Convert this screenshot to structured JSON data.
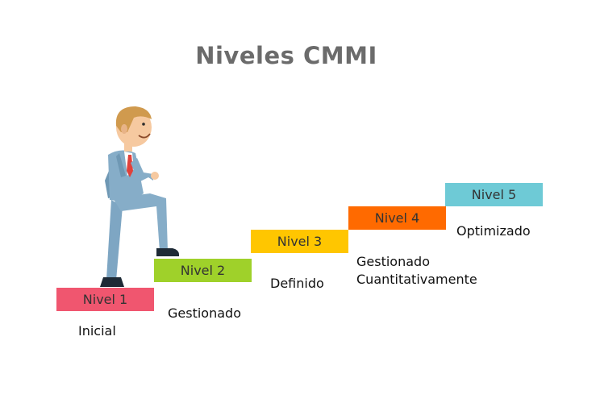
{
  "title": "Niveles CMMI",
  "levels": [
    {
      "name": "Nivel 1",
      "label": "Inicial",
      "color": "#f0566f"
    },
    {
      "name": "Nivel 2",
      "label": "Gestionado",
      "color": "#9fd12a"
    },
    {
      "name": "Nivel 3",
      "label": "Definido",
      "color": "#ffc600"
    },
    {
      "name": "Nivel 4",
      "label_line1": "Gestionado",
      "label_line2": "Cuantitativamente",
      "color": "#ff6a00"
    },
    {
      "name": "Nivel 5",
      "label": "Optimizado",
      "color": "#6ecad6"
    }
  ],
  "figure": {
    "icon": "businessman-climbing-icon"
  }
}
